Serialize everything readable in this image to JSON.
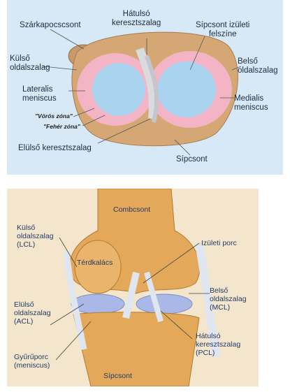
{
  "top_figure": {
    "labels": {
      "fibula": "Szárkapocscsont",
      "posterior_cruciate": [
        "Hátulsó",
        "keresztszalag"
      ],
      "tibial_surface": [
        "Sípcsont izületi",
        "felszíne"
      ],
      "lateral_collateral": [
        "Külső",
        "oldalszalag"
      ],
      "medial_collateral": [
        "Belső",
        "oldalszalag"
      ],
      "lateral_meniscus": [
        "Lateralis",
        "meniscus"
      ],
      "medial_meniscus": [
        "Medialis",
        "meniscus"
      ],
      "red_zone": "\"Vörös zóna\"",
      "white_zone": "\"Fehér zóna\"",
      "anterior_cruciate": "Elülső keresztszalag",
      "tibia": "Sípcsont"
    },
    "colors": {
      "background": "#d7e9f7",
      "meniscus_pink": "#f3b4c6",
      "cartilage_blue": "#a9d3ef",
      "bone": "#d4a774"
    }
  },
  "bottom_figure": {
    "labels": {
      "femur": "Combcsont",
      "lcl": [
        "Külső",
        "oldalszalag",
        "(LCL)"
      ],
      "patella": "Térdkalács",
      "cartilage": "Izületi porc",
      "acl": [
        "Elülső",
        "oldalszalag",
        "(ACL)"
      ],
      "mcl": [
        "Belső",
        "oldalszalag",
        "(MCL)"
      ],
      "meniscus": [
        "Gyűrűporc",
        "(meniscus)"
      ],
      "pcl": [
        "Hátulsó",
        "keresztszalag",
        "(PCL)"
      ],
      "tibia": "Sípcsont"
    },
    "colors": {
      "background": "#f4e6cc",
      "bone": "#e3a85a",
      "ligament": "#dfe6f0",
      "cartilage": "#a9b8e6"
    }
  }
}
